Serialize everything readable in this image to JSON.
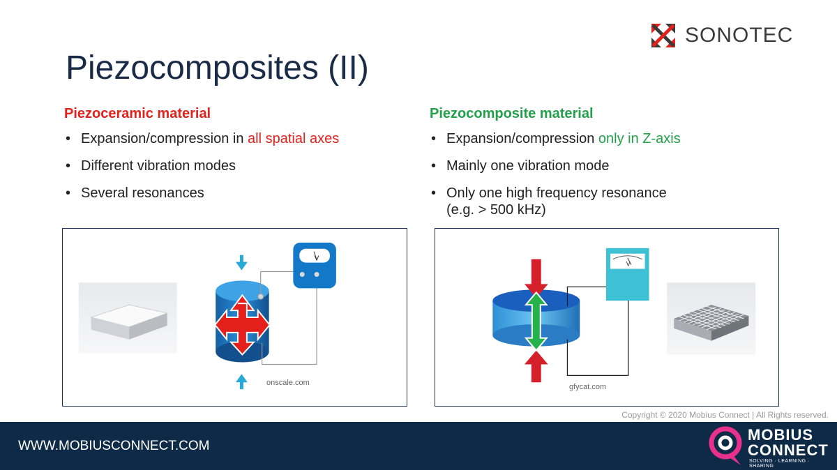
{
  "brand": {
    "name": "SONOTEC"
  },
  "title": "Piezocomposites (II)",
  "left": {
    "heading": "Piezoceramic material",
    "bullets": [
      {
        "text": "Expansion/compression in ",
        "highlight": "all spatial axes"
      },
      {
        "text": "Different vibration modes"
      },
      {
        "text": "Several resonances"
      }
    ],
    "figure_source": "onscale.com",
    "meter_label": "V"
  },
  "right": {
    "heading": "Piezocomposite material",
    "bullets": [
      {
        "text": "Expansion/compression ",
        "highlight": "only in Z-axis"
      },
      {
        "text": "Mainly one vibration mode"
      },
      {
        "text": "Only one high frequency resonance",
        "line2": "(e.g. > 500 kHz)"
      }
    ],
    "figure_source": "gfycat.com",
    "meter_label": "V"
  },
  "copyright": "Copyright © 2020 Mobius Connect | All Rights reserved.",
  "footer": {
    "url": "WWW.MOBIUSCONNECT.COM",
    "logo_line1": "MOBIUS",
    "logo_line2": "CONNECT",
    "logo_tagline": "SOLVING · LEARNING · SHARING"
  },
  "colors": {
    "title": "#1a2b48",
    "red": "#e3201b",
    "green": "#22a04a",
    "footer": "#0e2a47",
    "cylinder_blue": "#1f78c1",
    "meter_teal": "#2bbfd2"
  }
}
